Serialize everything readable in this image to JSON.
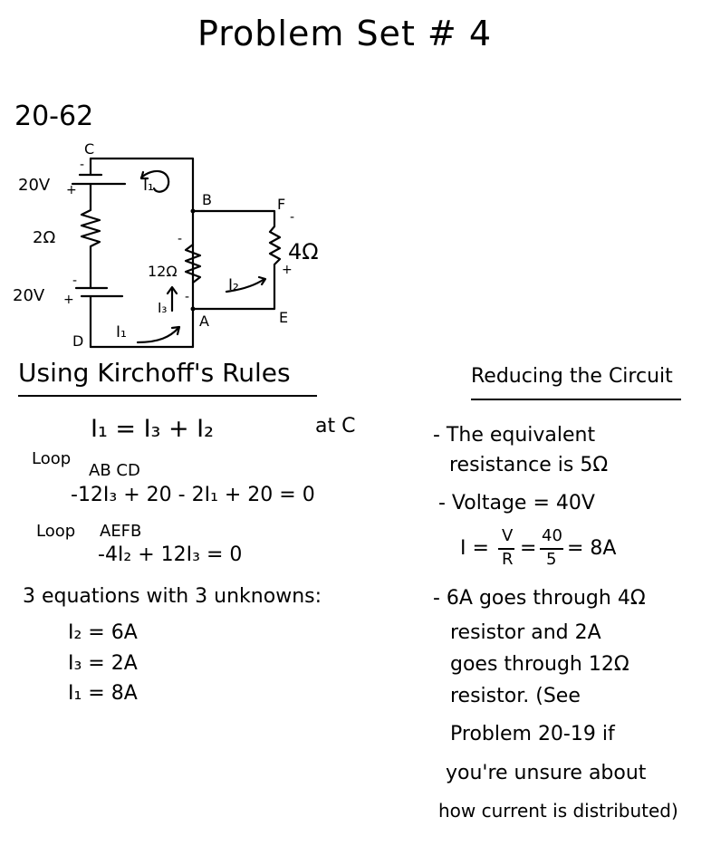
{
  "title": "Problem Set # 4",
  "problem_number": "20-62",
  "circuit": {
    "node_c": "C",
    "node_b": "B",
    "node_f": "F",
    "node_a": "A",
    "node_e": "E",
    "node_d": "D",
    "battery_top": "20V",
    "battery_bottom": "20V",
    "resistor_left": "2Ω",
    "resistor_middle": "12Ω",
    "resistor_right": "4Ω",
    "current_loop": "I₁",
    "current_bottom": "I₁",
    "current_right": "I₂",
    "current_middle": "I₃"
  },
  "kirchhoff": {
    "heading": "Using Kirchoff's Rules",
    "junction_eq": "I₁ = I₃ + I₂",
    "junction_at": "at C",
    "loop1_label": "Loop",
    "loop1_nodes": "AB CD",
    "loop1_eq": "-12I₃ + 20 - 2I₁ + 20 = 0",
    "loop2_label": "Loop",
    "loop2_nodes": "AEFB",
    "loop2_eq": "-4I₂ + 12I₃ = 0",
    "system_note": "3 equations with 3 unknowns:",
    "result_i2": "I₂ = 6A",
    "result_i3": "I₃ = 2A",
    "result_i1": "I₁ = 8A"
  },
  "reducing": {
    "heading": "Reducing the Circuit",
    "line1": "- The equivalent",
    "line2": "resistance is 5Ω",
    "line3": "- Voltage = 40V",
    "formula_lhs": "I =",
    "formula_v": "V",
    "formula_r": "R",
    "formula_mid": "=",
    "formula_num": "40",
    "formula_den": "5",
    "formula_rhs": "= 8A",
    "line4": "- 6A goes through 4Ω",
    "line5": "resistor and 2A",
    "line6": "goes through 12Ω",
    "line7": "resistor. (See",
    "line8": "Problem 20-19 if",
    "line9": "you're unsure about",
    "line10": "how current is distributed)"
  }
}
